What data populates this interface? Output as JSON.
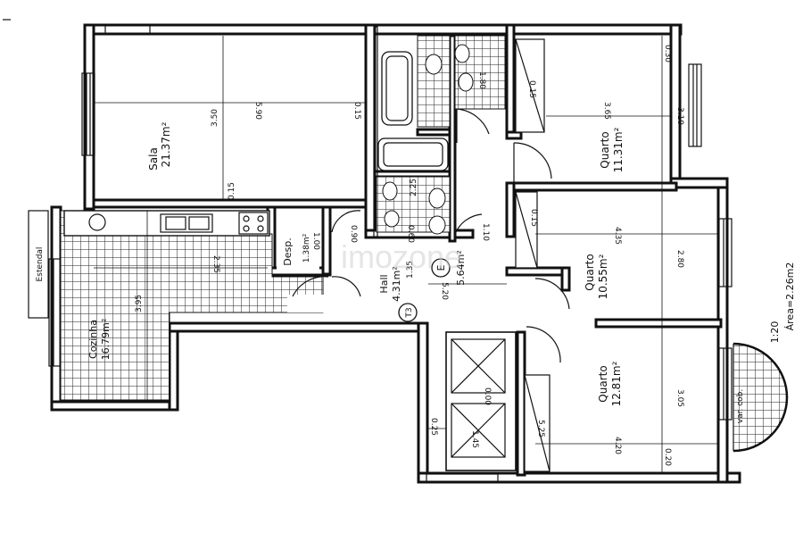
{
  "rooms": {
    "sala_name": "Sala",
    "sala_area": "21.37m²",
    "cozinha_name": "Cozinha",
    "cozinha_area": "16.79m²",
    "desp_name": "Desp.",
    "desp_area": "1.38m²",
    "hall_name": "Hall",
    "hall_area": "4.31m²",
    "corridor_area": "5.64m²",
    "quarto1_name": "Quarto",
    "quarto1_area": "11.31m²",
    "quarto2_name": "Quarto",
    "quarto2_area": "10.55m²",
    "quarto3_name": "Quarto",
    "quarto3_area": "12.81m²",
    "estendal": "Estendal",
    "varanda": "var.  cob."
  },
  "markers": {
    "type": "T3",
    "entry": "E"
  },
  "dimensions": {
    "d590": "5.90",
    "d350": "3.50",
    "d015a": "0.15",
    "d015b": "0.15",
    "d235": "2.35",
    "d395": "3.95",
    "d520": "5.20",
    "d090": "0.90",
    "d100": "1.00",
    "d060": "0.60",
    "d110": "1.10",
    "d135": "1.35",
    "d225": "2.25",
    "d365": "3.65",
    "d310": "3.10",
    "d030": "0.30",
    "d435": "4.35",
    "d280": "2.80",
    "d305": "3.05",
    "d420": "4.20",
    "d020": "0.20",
    "d145": "1.45",
    "d025": "0.25",
    "d000": "0.00",
    "d525": "5.25",
    "d180": "1.80",
    "d015c": "0.15",
    "d015d": "0.15"
  },
  "legend": {
    "scale": "1:20",
    "area": "Área=2.26m2"
  },
  "watermark": "imozone"
}
